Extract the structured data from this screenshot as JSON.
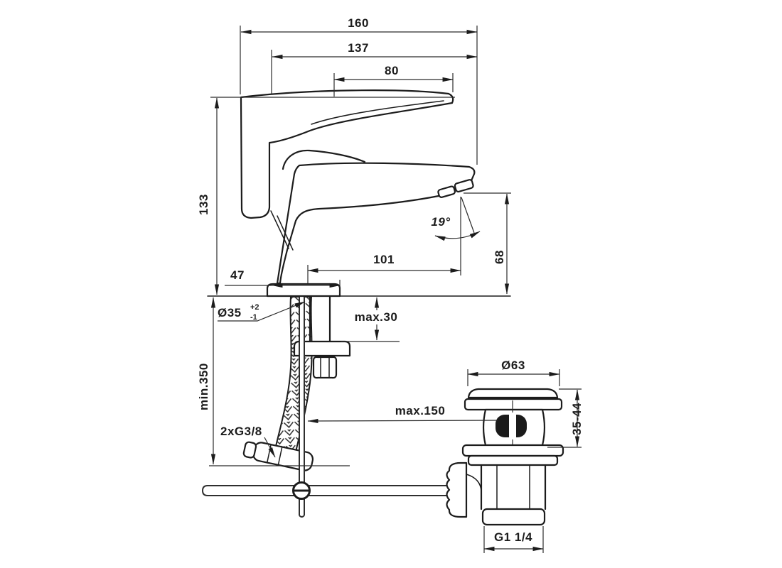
{
  "drawing": {
    "title": "basin-mixer-dimensional-drawing",
    "labels": {
      "len_overall": "160",
      "len_body_to_spout": "137",
      "len_lever": "80",
      "height_body": "133",
      "height_min_clearance": "min.350",
      "width_base": "47",
      "reach_spout": "101",
      "height_spout": "68",
      "angle_jet": "19°",
      "dia_hole": "Ø35",
      "tol_plus": "+2",
      "tol_minus": "-1",
      "deck_max": "max.30",
      "rod_offset_max": "max.150",
      "supply": "2xG3/8",
      "dia_waste_flange": "Ø63",
      "range_waste_height": "35-44",
      "thread_waste": "G1 1/4"
    }
  }
}
